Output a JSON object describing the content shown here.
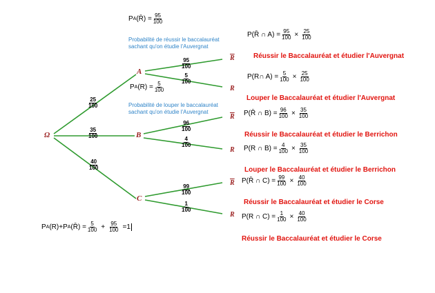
{
  "diagram": {
    "nodes": {
      "root": "Ω",
      "a": "A",
      "b": "B",
      "c": "C",
      "r": "R"
    },
    "level1": {
      "a": {
        "num": "25",
        "den": "100"
      },
      "b": {
        "num": "35",
        "den": "100"
      },
      "c": {
        "num": "40",
        "den": "100"
      }
    },
    "level2": {
      "a_rbar": {
        "num": "95",
        "den": "100"
      },
      "a_r": {
        "num": "5",
        "den": "100"
      },
      "b_rbar": {
        "num": "96",
        "den": "100"
      },
      "b_r": {
        "num": "4",
        "den": "100"
      },
      "c_rbar": {
        "num": "99",
        "den": "100"
      },
      "c_r": {
        "num": "1",
        "den": "100"
      }
    },
    "top_formula": {
      "prefix": "P",
      "sub": "A",
      "arg": "(R̄) =",
      "num": "95",
      "den": "100"
    },
    "pa_r": {
      "prefix": "P",
      "sub": "A",
      "arg": "(R) =",
      "num": "5",
      "den": "100"
    },
    "note_a": "Probabilité de réussir le baccalauréat sachant qu'on étudie l'Auvergnat",
    "note_b": "Probabilité de louper le baccalauréat sachant qu'on étudie l'Auvergnat",
    "leaf_probs": [
      {
        "label": "P(R̄ ∩ A) =",
        "n1": "95",
        "d1": "100",
        "n2": "25",
        "d2": "100",
        "caption": "Réussir le Baccalauréat et étudier l'Auvergnat"
      },
      {
        "label": "P(R∩ A) =",
        "n1": "5",
        "d1": "100",
        "n2": "25",
        "d2": "100",
        "caption": "Louper le Baccalauréat et étudier l'Auvergnat"
      },
      {
        "label": "P(R̄ ∩ B) =",
        "n1": "96",
        "d1": "100",
        "n2": "35",
        "d2": "100",
        "caption": "Réussir le Baccalauréat et étudier le Berrichon"
      },
      {
        "label": "P(R ∩ B) =",
        "n1": "4",
        "d1": "100",
        "n2": "35",
        "d2": "100",
        "caption": "Louper le Baccalauréat et étudier le Berrichon"
      },
      {
        "label": "P(R̄ ∩ C) =",
        "n1": "99",
        "d1": "100",
        "n2": "40",
        "d2": "100",
        "caption": "Réussir le Baccalauréat et étudier le Corse"
      },
      {
        "label": "P(R ∩ C) =",
        "n1": "1",
        "d1": "100",
        "n2": "40",
        "d2": "100",
        "caption": "Réussir le Baccalauréat et étudier le Corse"
      }
    ],
    "times": "×",
    "sum_formula": {
      "term1": "P",
      "sub1": "A",
      "arg1": "(R)+ ",
      "term2": "P",
      "sub2": "A",
      "arg2": "(R̄) =",
      "n1": "5",
      "d1": "100",
      "plus": "+",
      "n2": "95",
      "d2": "100",
      "result": "=1"
    },
    "colors": {
      "branch": "#2e9a2e",
      "node": "#9a1f1f",
      "caption": "#e1140f",
      "note": "#2f84c8"
    }
  }
}
